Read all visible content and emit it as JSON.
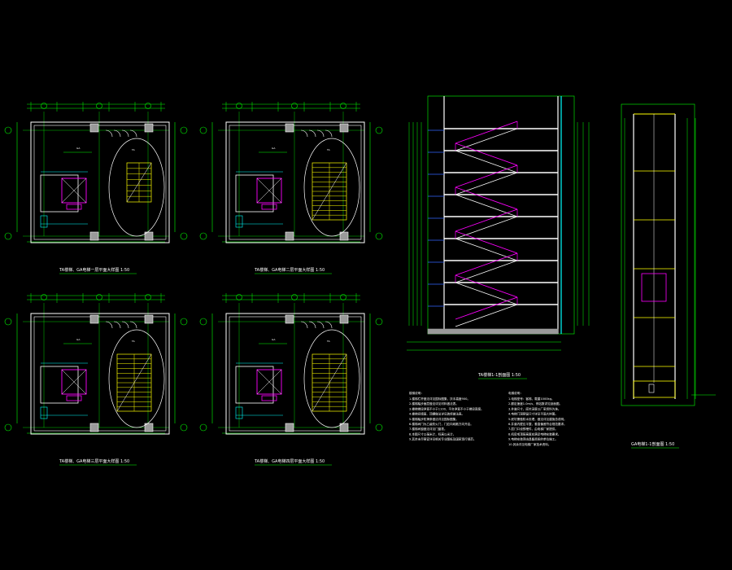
{
  "colors": {
    "background": "#000000",
    "green": "#00ff00",
    "white": "#ffffff",
    "yellow": "#ffff00",
    "magenta": "#ff00ff",
    "cyan": "#00ffff",
    "blue": "#3366ff",
    "grey": "#9a9a9a"
  },
  "plans": [
    {
      "id": "plan-1",
      "title": "TA楼梯、GA电梯一层平面大样图 1:50"
    },
    {
      "id": "plan-2",
      "title": "TA楼梯、GA电梯二层平面大样图 1:50"
    },
    {
      "id": "plan-3",
      "title": "TA楼梯、GA电梯三层平面大样图 1:50"
    },
    {
      "id": "plan-4",
      "title": "TA楼梯、GA电梯四层平面大样图 1:50"
    }
  ],
  "section_stair": {
    "title": "TA楼梯1-1剖面图 1:50"
  },
  "section_lift": {
    "title": "GA电梯1-1剖面图 1:50"
  },
  "notes_left": {
    "heading": "楼梯说明：",
    "lines": [
      "1.楼梯栏杆做法详见国标图集，扶手高度900。",
      "2.楼梯踏步面层做法详见材料做法表。",
      "3.楼梯梯段净宽不小于1100，平台净宽不小于梯段宽度。",
      "4.楼梯间墙面、顶棚做法详见装修做法表。",
      "5.楼梯踏步防滑条做法详见国标图集。",
      "6.楼梯间门为乙级防火门，门应向疏散方向开启。",
      "7.楼梯间窗做法详见门窗表。",
      "8.本图尺寸以毫米计，标高以米计。",
      "9.其余未尽事宜详见相关专业图纸及国家现行规范。"
    ]
  },
  "notes_right": {
    "heading": "电梯说明：",
    "lines": [
      "1.电梯型号：客梯，载重1000kg。",
      "2.额定速度1.0m/s，停站数详见剖面图。",
      "3.井道尺寸、底坑深度以厂家资料为准。",
      "4.电梯门洞预留尺寸详见平面大样图。",
      "5.底坑需做防水处理，做法详见建施总说明。",
      "6.井道内壁应平整，垂直偏差符合规范要求。",
      "7.层门口设预埋件，由电梯厂家提供。",
      "8.机房或顶层高度应满足电梯安装要求。",
      "9.电梯安装须由具备资质的单位施工。",
      "10.其余详见电梯厂家技术资料。"
    ]
  },
  "plan_labels": {
    "stair": "TA",
    "lift": "GA"
  }
}
